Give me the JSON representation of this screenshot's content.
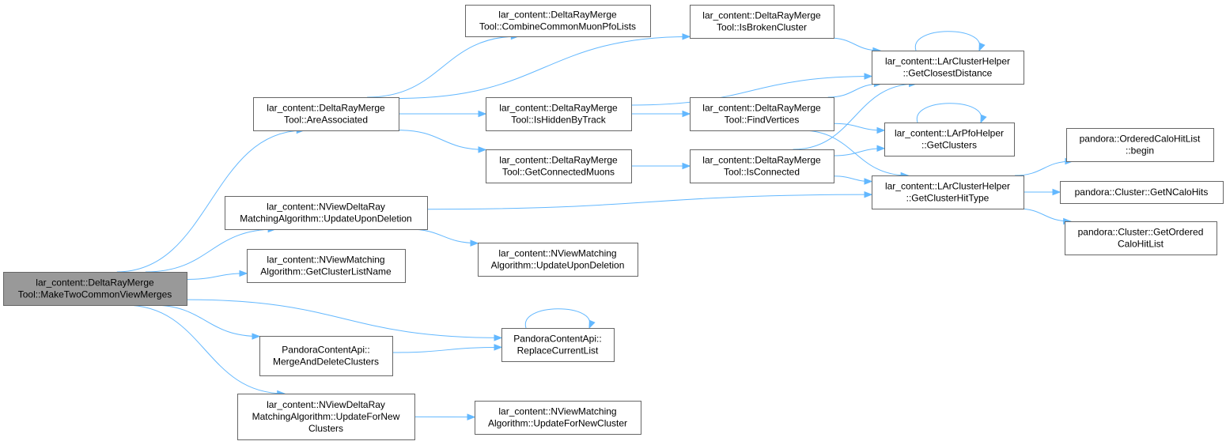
{
  "diagram": {
    "type": "call-graph",
    "edge_color": "#63b8ff",
    "root_fill": "#999999",
    "node_border": "#666666",
    "nodes": [
      {
        "id": "root",
        "lines": [
          "lar_content::DeltaRayMerge",
          "Tool::MakeTwoCommonViewMerges"
        ],
        "root": true
      },
      {
        "id": "areAssociated",
        "lines": [
          "lar_content::DeltaRayMerge",
          "Tool::AreAssociated"
        ]
      },
      {
        "id": "updUponDel",
        "lines": [
          "lar_content::NViewDeltaRay",
          "MatchingAlgorithm::UpdateUponDeletion"
        ]
      },
      {
        "id": "getClusterListName",
        "lines": [
          "lar_content::NViewMatching",
          "Algorithm::GetClusterListName"
        ]
      },
      {
        "id": "mergeAndDelete",
        "lines": [
          "PandoraContentApi::",
          "MergeAndDeleteClusters"
        ]
      },
      {
        "id": "updForNew",
        "lines": [
          "lar_content::NViewDeltaRay",
          "MatchingAlgorithm::UpdateForNew",
          "Clusters"
        ]
      },
      {
        "id": "combineMuon",
        "lines": [
          "lar_content::DeltaRayMerge",
          "Tool::CombineCommonMuonPfoLists"
        ]
      },
      {
        "id": "isHidden",
        "lines": [
          "lar_content::DeltaRayMerge",
          "Tool::IsHiddenByTrack"
        ]
      },
      {
        "id": "getConnMuons",
        "lines": [
          "lar_content::DeltaRayMerge",
          "Tool::GetConnectedMuons"
        ]
      },
      {
        "id": "nvmUpdUponDel",
        "lines": [
          "lar_content::NViewMatching",
          "Algorithm::UpdateUponDeletion"
        ]
      },
      {
        "id": "replaceList",
        "lines": [
          "PandoraContentApi::",
          "ReplaceCurrentList"
        ]
      },
      {
        "id": "nvmUpdForNew",
        "lines": [
          "lar_content::NViewMatching",
          "Algorithm::UpdateForNewCluster"
        ]
      },
      {
        "id": "isBroken",
        "lines": [
          "lar_content::DeltaRayMerge",
          "Tool::IsBrokenCluster"
        ]
      },
      {
        "id": "findVertices",
        "lines": [
          "lar_content::DeltaRayMerge",
          "Tool::FindVertices"
        ]
      },
      {
        "id": "isConnected",
        "lines": [
          "lar_content::DeltaRayMerge",
          "Tool::IsConnected"
        ]
      },
      {
        "id": "closestDist",
        "lines": [
          "lar_content::LArClusterHelper",
          "::GetClosestDistance"
        ]
      },
      {
        "id": "pfoGetClusters",
        "lines": [
          "lar_content::LArPfoHelper",
          "::GetClusters"
        ]
      },
      {
        "id": "getHitType",
        "lines": [
          "lar_content::LArClusterHelper",
          "::GetClusterHitType"
        ]
      },
      {
        "id": "begin",
        "lines": [
          "pandora::OrderedCaloHitList",
          "::begin"
        ]
      },
      {
        "id": "getNCalo",
        "lines": [
          "pandora::Cluster::GetNCaloHits"
        ]
      },
      {
        "id": "getOrdered",
        "lines": [
          "pandora::Cluster::GetOrdered",
          "CaloHitList"
        ]
      }
    ],
    "edges": [
      {
        "from": "root",
        "to": "areAssociated"
      },
      {
        "from": "root",
        "to": "updUponDel"
      },
      {
        "from": "root",
        "to": "getClusterListName"
      },
      {
        "from": "root",
        "to": "replaceList"
      },
      {
        "from": "root",
        "to": "mergeAndDelete"
      },
      {
        "from": "root",
        "to": "updForNew"
      },
      {
        "from": "areAssociated",
        "to": "combineMuon"
      },
      {
        "from": "areAssociated",
        "to": "isBroken"
      },
      {
        "from": "areAssociated",
        "to": "isHidden"
      },
      {
        "from": "areAssociated",
        "to": "getConnMuons"
      },
      {
        "from": "isHidden",
        "to": "closestDist"
      },
      {
        "from": "isHidden",
        "to": "findVertices"
      },
      {
        "from": "getConnMuons",
        "to": "isConnected"
      },
      {
        "from": "isBroken",
        "to": "closestDist"
      },
      {
        "from": "findVertices",
        "to": "closestDist"
      },
      {
        "from": "findVertices",
        "to": "pfoGetClusters"
      },
      {
        "from": "findVertices",
        "to": "getHitType"
      },
      {
        "from": "isConnected",
        "to": "closestDist"
      },
      {
        "from": "isConnected",
        "to": "pfoGetClusters"
      },
      {
        "from": "isConnected",
        "to": "getHitType"
      },
      {
        "from": "updUponDel",
        "to": "getHitType"
      },
      {
        "from": "updUponDel",
        "to": "nvmUpdUponDel"
      },
      {
        "from": "mergeAndDelete",
        "to": "replaceList"
      },
      {
        "from": "updForNew",
        "to": "nvmUpdForNew"
      },
      {
        "from": "closestDist",
        "to": "closestDist"
      },
      {
        "from": "pfoGetClusters",
        "to": "pfoGetClusters"
      },
      {
        "from": "replaceList",
        "to": "replaceList"
      },
      {
        "from": "getHitType",
        "to": "begin"
      },
      {
        "from": "getHitType",
        "to": "getNCalo"
      },
      {
        "from": "getHitType",
        "to": "getOrdered"
      }
    ]
  }
}
